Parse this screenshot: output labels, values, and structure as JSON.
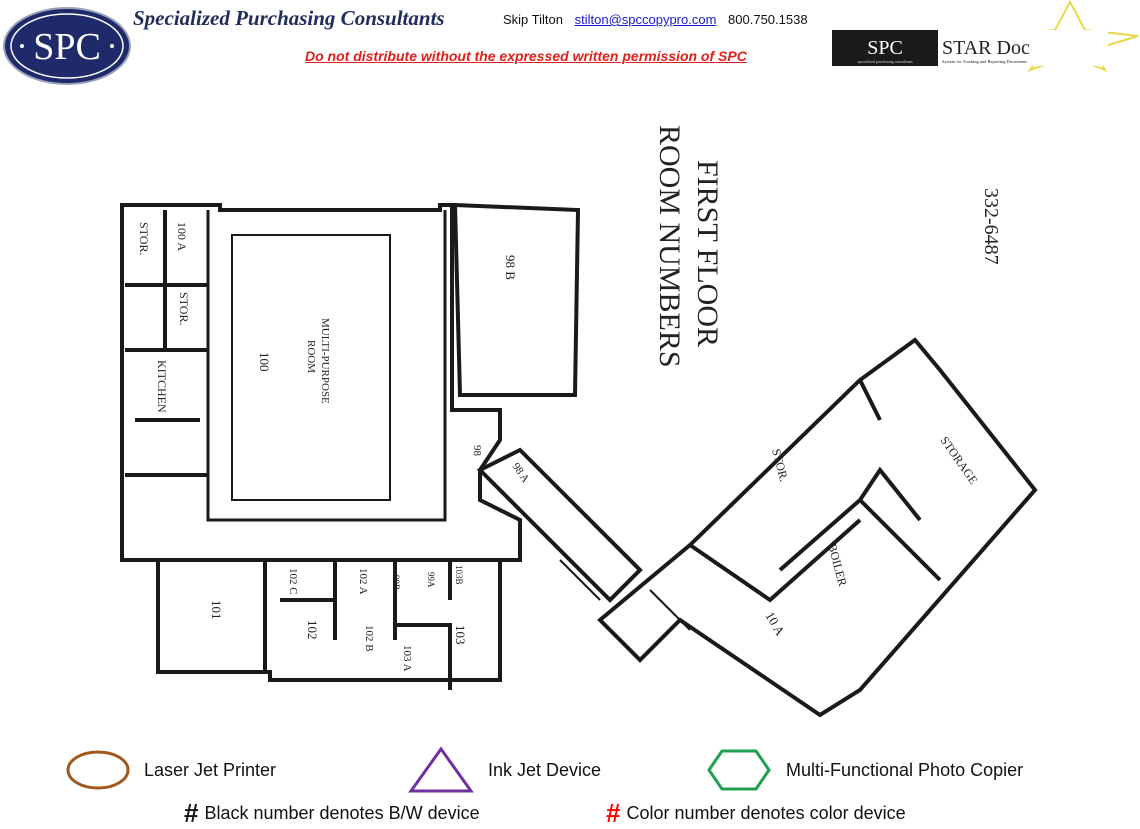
{
  "header": {
    "logo_text": "SPC",
    "company": "Specialized Purchasing Consultants",
    "contact_name": "Skip Tilton",
    "contact_email": "stilton@spccopypro.com",
    "contact_phone": "800.750.1538",
    "warning": "Do not distribute without the expressed written permission of SPC",
    "star_logo": {
      "brand": "SPC",
      "title": "STAR Doc",
      "brand_sub": "specialized purchasing consultants",
      "tagline": "System for Tracking and Reporting Documents"
    }
  },
  "plan": {
    "title_line1": "FIRST FLOOR",
    "title_line2": "ROOM NUMBERS",
    "phone": "332-6487",
    "rooms": {
      "stor1": "STOR.",
      "r100a": "100 A",
      "stor2": "STOR.",
      "kitchen": "KITCHEN",
      "multi": "MULTI-PURPOSE",
      "multi2": "ROOM",
      "r100": "100",
      "r98b": "98 B",
      "r98": "98",
      "r98a": "98 A",
      "r101": "101",
      "r102": "102",
      "r102c": "102 C",
      "r102a": "102 A",
      "r102b": "102 B",
      "r99b": "99B",
      "r99a": "99A",
      "r103b": "103B",
      "r103": "103",
      "r103a": "103 A",
      "stor3": "STOR.",
      "storage": "STORAGE",
      "boiler": "BOILER",
      "r10a": "10 A"
    }
  },
  "legend": {
    "laser": "Laser Jet Printer",
    "inkjet": "Ink Jet Device",
    "mfp": "Multi-Functional Photo Copier",
    "hash": "#",
    "bw_note": "Black number denotes B/W device",
    "color_note": "Color number denotes color device",
    "colors": {
      "laser": "#a0581c",
      "inkjet": "#7030a0",
      "mfp": "#1fa050",
      "color_hash": "#ff0000"
    }
  }
}
